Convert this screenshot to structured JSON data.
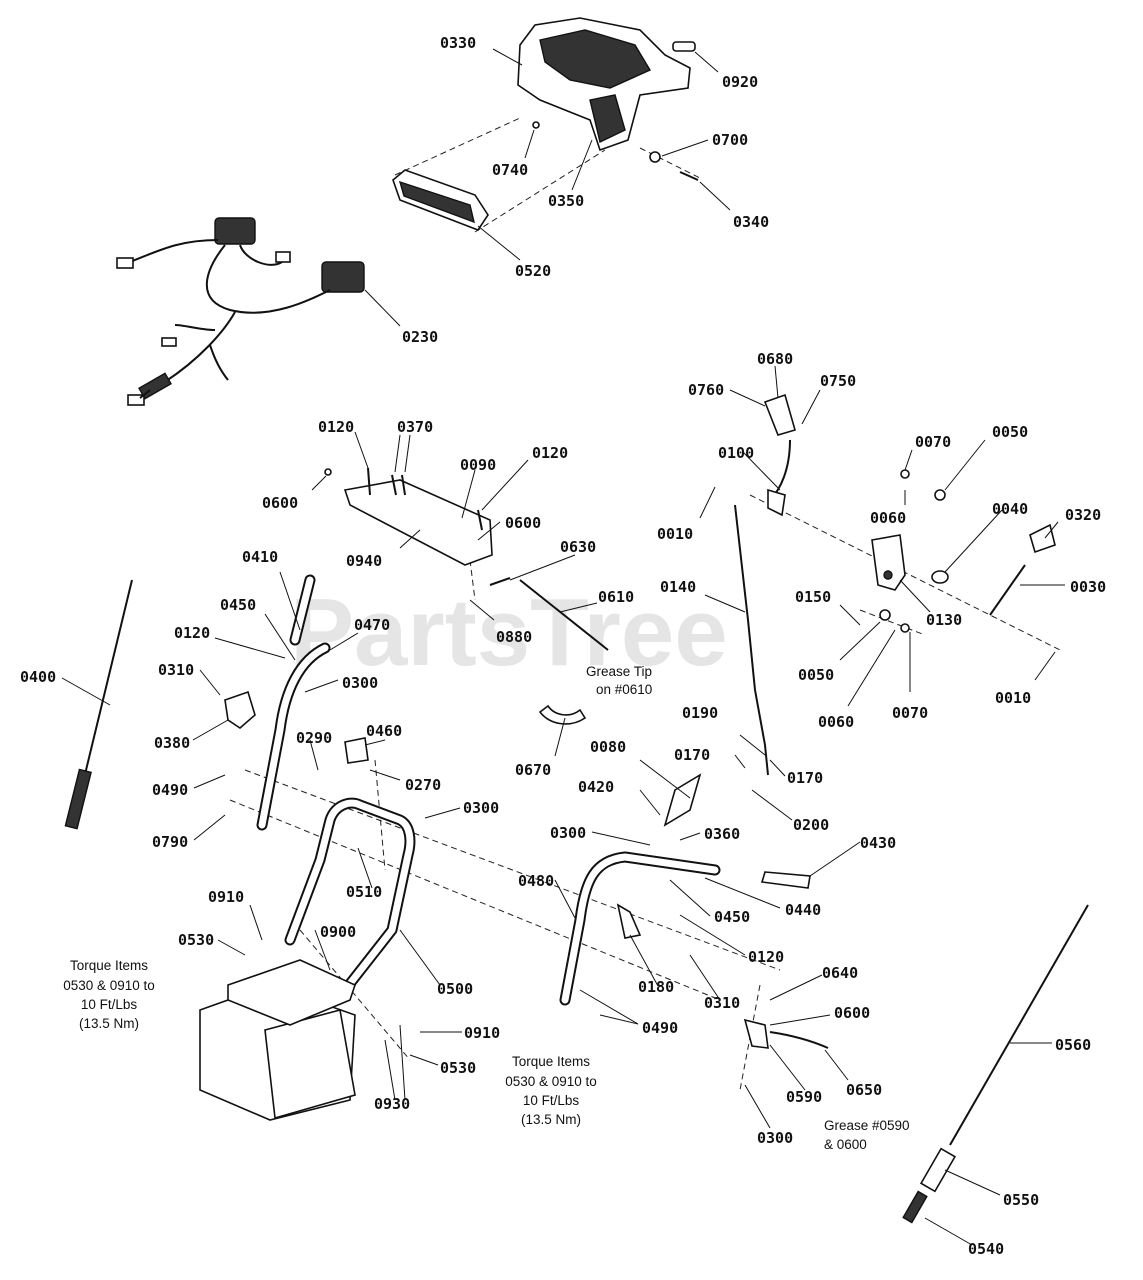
{
  "watermark": "PartsTree",
  "callouts": {
    "c0330": "0330",
    "c0920": "0920",
    "c0740": "0740",
    "c0700": "0700",
    "c0350": "0350",
    "c0340": "0340",
    "c0520": "0520",
    "c0230": "0230",
    "c0680": "0680",
    "c0760": "0760",
    "c0750": "0750",
    "c0120a": "0120",
    "c0370": "0370",
    "c0090": "0090",
    "c0120b": "0120",
    "c0600a": "0600",
    "c0940": "0940",
    "c0600b": "0600",
    "c0630": "0630",
    "c0880": "0880",
    "c0610": "0610",
    "c0100": "0100",
    "c0070a": "0070",
    "c0050a": "0050",
    "c0010a": "0010",
    "c0060a": "0060",
    "c0040": "0040",
    "c0320": "0320",
    "c0140": "0140",
    "c0030": "0030",
    "c0150": "0150",
    "c0130": "0130",
    "c0050b": "0050",
    "c0070b": "0070",
    "c0060b": "0060",
    "c0010b": "0010",
    "c0410": "0410",
    "c0450a": "0450",
    "c0470": "0470",
    "c0120c": "0120",
    "c0400": "0400",
    "c0310a": "0310",
    "c0300a": "0300",
    "c0380": "0380",
    "c0290": "0290",
    "c0460": "0460",
    "c0270": "0270",
    "c0490a": "0490",
    "c0790": "0790",
    "c0300b": "0300",
    "c0510": "0510",
    "c0670": "0670",
    "c0190": "0190",
    "c0170a": "0170",
    "c0170b": "0170",
    "c0080": "0080",
    "c0420": "0420",
    "c0200": "0200",
    "c0300c": "0300",
    "c0360": "0360",
    "c0430": "0430",
    "c0480": "0480",
    "c0440": "0440",
    "c0450b": "0450",
    "c0120d": "0120",
    "c0180": "0180",
    "c0310b": "0310",
    "c0910a": "0910",
    "c0530a": "0530",
    "c0900": "0900",
    "c0500": "0500",
    "c0910b": "0910",
    "c0530b": "0530",
    "c0930": "0930",
    "c0490b": "0490",
    "c0640": "0640",
    "c0600c": "0600",
    "c0590": "0590",
    "c0650": "0650",
    "c0300d": "0300",
    "c0560": "0560",
    "c0550": "0550",
    "c0540": "0540"
  },
  "notes": {
    "grease_tip": [
      "Grease Tip",
      "on #0610"
    ],
    "torque_left": [
      "Torque Items",
      "0530 & 0910 to",
      "10 Ft/Lbs",
      "(13.5 Nm)"
    ],
    "torque_center": [
      "Torque Items",
      "0530 & 0910 to",
      "10 Ft/Lbs",
      "(13.5 Nm)"
    ],
    "grease_bottom": [
      "Grease #0590",
      "& 0600"
    ]
  }
}
